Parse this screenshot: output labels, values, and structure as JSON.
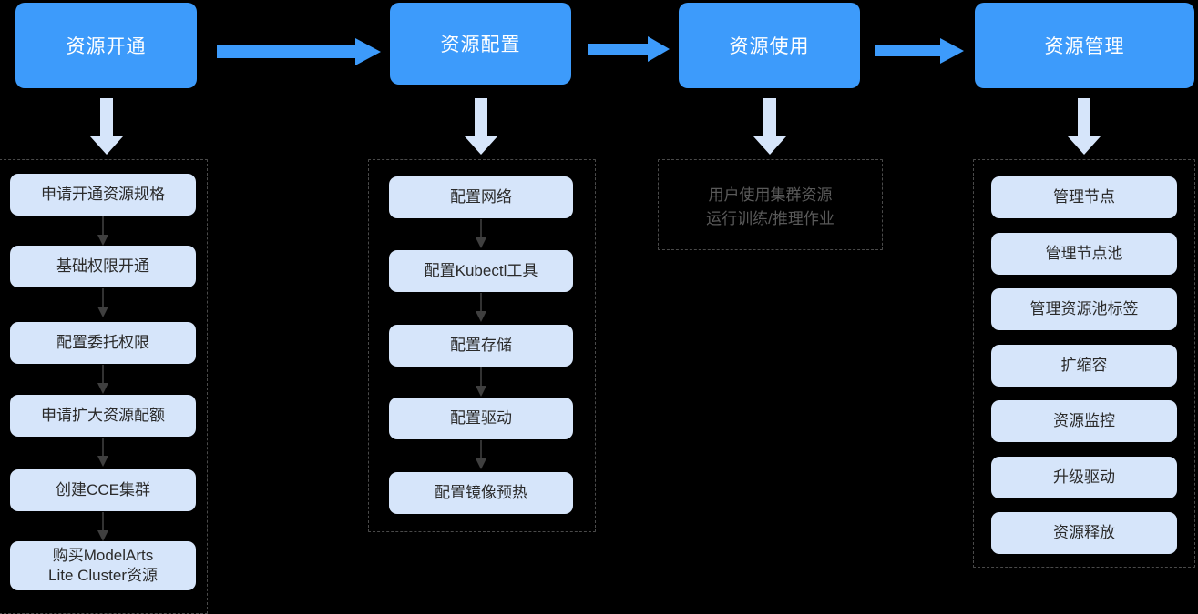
{
  "colors": {
    "background": "#000000",
    "phase_fill": "#3d9bfb",
    "phase_text": "#ffffff",
    "step_fill": "#d6e5fa",
    "step_text": "#2b2b2b",
    "group_border": "#4a4a4a",
    "connector_arrow": "#3f3f3f",
    "down_arrow": "#d6e5fa",
    "note_text": "#5a5a5a"
  },
  "phases": [
    {
      "label": "资源开通"
    },
    {
      "label": "资源配置"
    },
    {
      "label": "资源使用"
    },
    {
      "label": "资源管理"
    }
  ],
  "columns": {
    "provision": {
      "steps": [
        {
          "label": "申请开通资源规格"
        },
        {
          "label": "基础权限开通"
        },
        {
          "label": "配置委托权限"
        },
        {
          "label": "申请扩大资源配额"
        },
        {
          "label": "创建CCE集群"
        },
        {
          "line1": "购买ModelArts",
          "line2": "Lite Cluster资源"
        }
      ]
    },
    "configure": {
      "steps": [
        {
          "label": "配置网络"
        },
        {
          "label": "配置Kubectl工具"
        },
        {
          "label": "配置存储"
        },
        {
          "label": "配置驱动"
        },
        {
          "label": "配置镜像预热"
        }
      ]
    },
    "usage": {
      "note_line1": "用户使用集群资源",
      "note_line2": "运行训练/推理作业"
    },
    "manage": {
      "steps": [
        {
          "label": "管理节点"
        },
        {
          "label": "管理节点池"
        },
        {
          "label": "管理资源池标签"
        },
        {
          "label": "扩缩容"
        },
        {
          "label": "资源监控"
        },
        {
          "label": "升级驱动"
        },
        {
          "label": "资源释放"
        }
      ]
    }
  }
}
